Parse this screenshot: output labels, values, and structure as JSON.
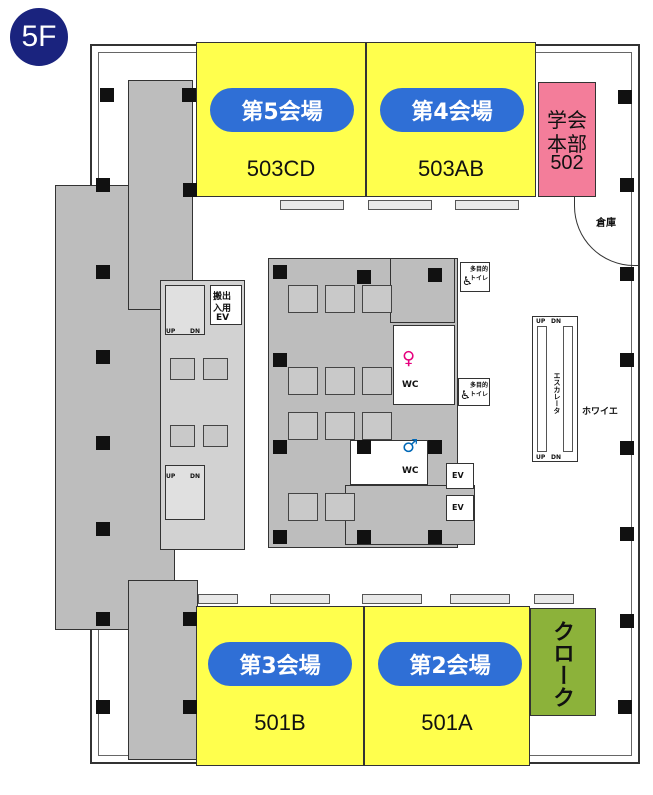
{
  "floor": "5F",
  "rooms": {
    "hall5": {
      "label": "第5会場",
      "code": "503CD"
    },
    "hall4": {
      "label": "第4会場",
      "code": "503AB"
    },
    "hall3": {
      "label": "第3会場",
      "code": "501B"
    },
    "hall2": {
      "label": "第2会場",
      "code": "501A"
    },
    "hq": {
      "line1": "学会",
      "line2": "本部",
      "code": "502"
    },
    "cloak": {
      "label": "クローク"
    }
  },
  "labels": {
    "storage": "倉庫",
    "foyer": "ホワイエ",
    "escalator": "エスカレータ",
    "freight": [
      "搬出",
      "入用",
      "EV"
    ],
    "wc": "WC",
    "multi_toilet_1": "多目的トイレ",
    "multi_toilet_2": "多目的トイレ",
    "ev1": "EV",
    "ev2": "EV",
    "up": "UP",
    "dn": "DN"
  },
  "colors": {
    "hall": "#ffff4d",
    "pill": "#2f6fd6",
    "hq": "#f37d9a",
    "cloak": "#8cb23a",
    "badge": "#1a237e",
    "core": "#bdbdbd"
  }
}
